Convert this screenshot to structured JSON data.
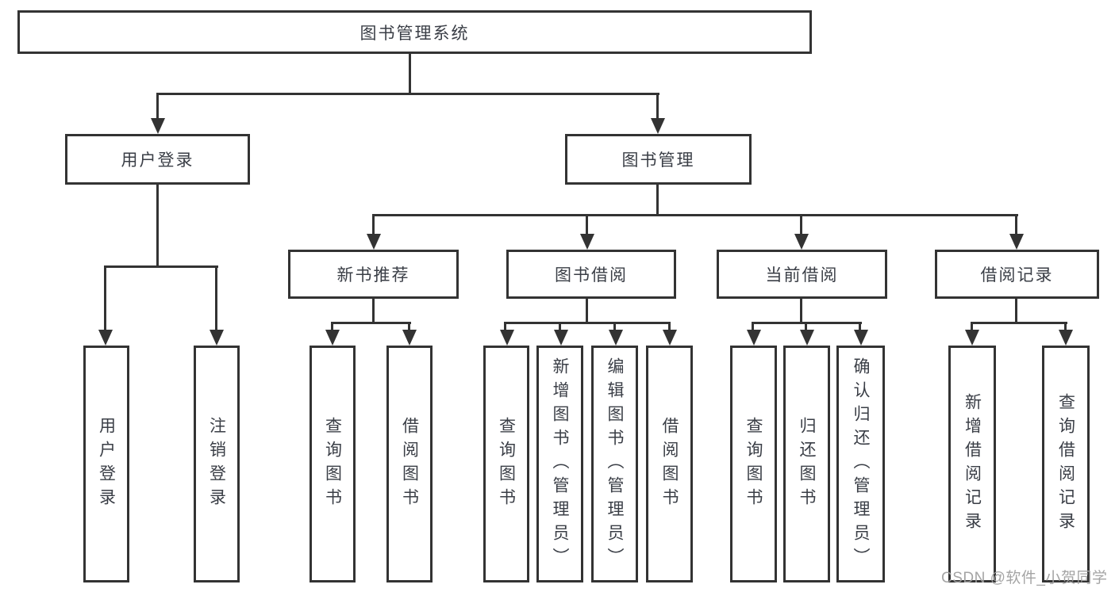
{
  "diagram": {
    "nodes": {
      "root": "图书管理系统",
      "user_login": "用户登录",
      "book_mgmt": "图书管理",
      "new_book_rec": "新书推荐",
      "book_borrow": "图书借阅",
      "current_borrow": "当前借阅",
      "borrow_records": "借阅记录",
      "leaf_user_login": "用户登录",
      "leaf_logout": "注销登录",
      "leaf_query_books_1": "查询图书",
      "leaf_borrow_books_1": "借阅图书",
      "leaf_query_books_2": "查询图书",
      "leaf_add_books_admin": "新增图书（管理员）",
      "leaf_edit_books_admin": "编辑图书（管理员）",
      "leaf_borrow_books_2": "借阅图书",
      "leaf_query_books_3": "查询图书",
      "leaf_return_books": "归还图书",
      "leaf_confirm_return_admin": "确认归还（管理员）",
      "leaf_add_borrow_record": "新增借阅记录",
      "leaf_query_borrow_record": "查询借阅记录"
    },
    "watermark": "CSDN @软件_小贺同学",
    "colors": {
      "line": "#333333",
      "text": "#3a3e46",
      "watermark": "#a0a0a0",
      "background": "#ffffff"
    }
  }
}
